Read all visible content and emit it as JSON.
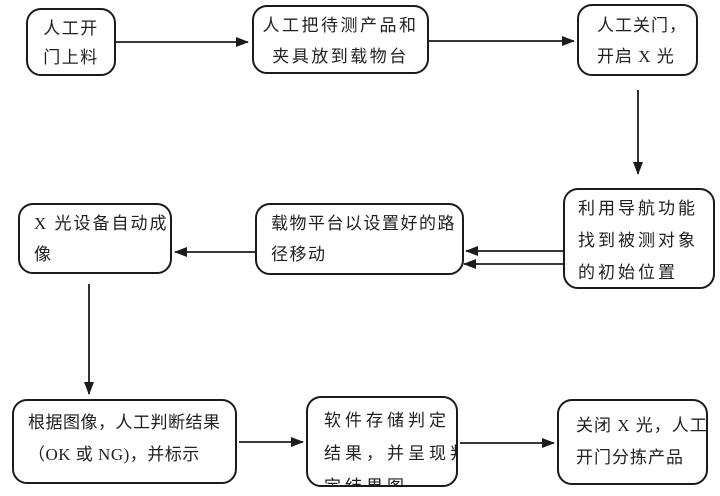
{
  "diagram": {
    "kind": "flowchart",
    "language": "zh-CN",
    "colors": {
      "line": "#1b1b1b",
      "text": "#1f1f1f",
      "background": "#ffffff"
    },
    "nodes": {
      "load": {
        "lines": [
          "人工开",
          "门上料"
        ]
      },
      "place": {
        "lines": [
          "人工把待测产品和",
          "夹具放到载物台"
        ]
      },
      "close": {
        "lines": [
          "人工关门，",
          "开启 X 光"
        ]
      },
      "navigate": {
        "lines": [
          "利用导航功能",
          "找到被测对象",
          "的初始位置"
        ]
      },
      "move": {
        "lines": [
          "载物平台以设置好的路",
          "径移动"
        ]
      },
      "imaging": {
        "lines": [
          "X 光设备自动成",
          "像"
        ]
      },
      "judge": {
        "lines": [
          "根据图像，人工判断结果",
          "（OK 或 NG)，并标示"
        ]
      },
      "store": {
        "lines": [
          "软件存储判定",
          "结果，并呈现判",
          "定结果图"
        ]
      },
      "sort": {
        "lines": [
          "关闭 X 光，人工",
          "开门分拣产品"
        ]
      }
    },
    "edges": [
      {
        "from": "load",
        "to": "place",
        "style": "single"
      },
      {
        "from": "place",
        "to": "close",
        "style": "single"
      },
      {
        "from": "close",
        "to": "navigate",
        "style": "single"
      },
      {
        "from": "navigate",
        "to": "move",
        "style": "double"
      },
      {
        "from": "move",
        "to": "imaging",
        "style": "single"
      },
      {
        "from": "imaging",
        "to": "judge",
        "style": "single"
      },
      {
        "from": "judge",
        "to": "store",
        "style": "single"
      },
      {
        "from": "store",
        "to": "sort",
        "style": "single"
      }
    ]
  }
}
